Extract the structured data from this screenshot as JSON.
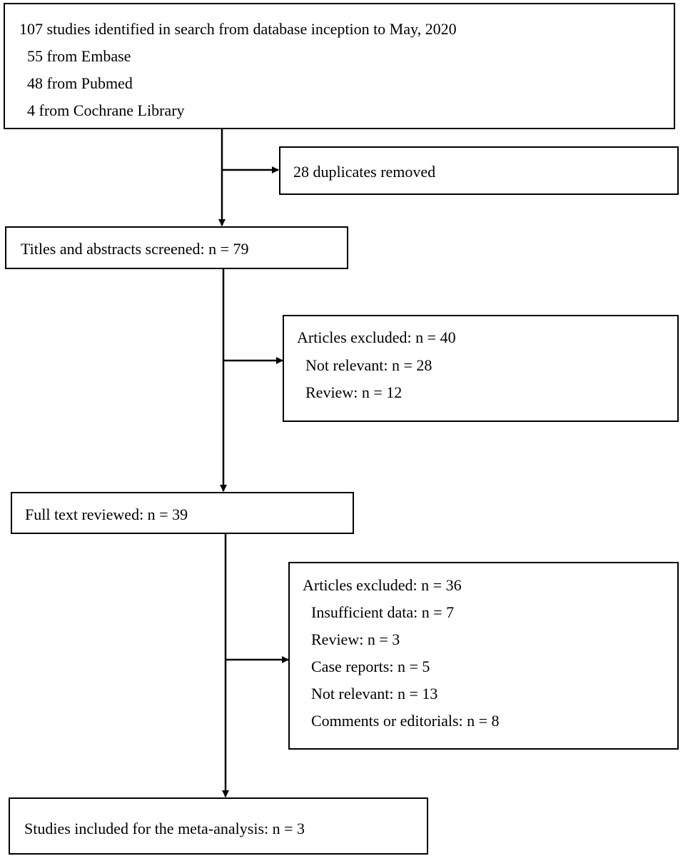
{
  "identification": {
    "title": "107 studies identified in search from database inception to May, 2020",
    "sources": [
      "55 from Embase",
      "48 from Pubmed",
      "4 from Cochrane Library"
    ]
  },
  "duplicates": {
    "label": "28 duplicates removed"
  },
  "screening": {
    "label": "Titles and abstracts screened: n = 79"
  },
  "exclusion_1": {
    "title": "Articles excluded: n = 40",
    "reasons": [
      "Not relevant: n = 28",
      "Review: n = 12"
    ]
  },
  "full_text": {
    "label": "Full text reviewed: n = 39"
  },
  "exclusion_2": {
    "title": "Articles excluded: n = 36",
    "reasons": [
      "Insufficient data: n = 7",
      "Review: n = 3",
      "Case reports: n = 5",
      "Not relevant: n = 13",
      "Comments or editorials: n = 8"
    ]
  },
  "included": {
    "label": "Studies included for the meta-analysis: n = 3"
  }
}
